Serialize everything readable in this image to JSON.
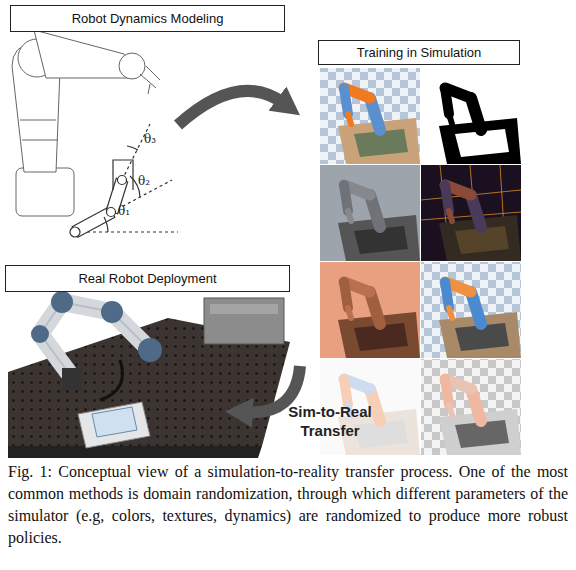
{
  "diagram": {
    "caption": "Fig. 1: Conceptual view of a simulation-to-reality transfer process. One of the most common methods is domain randomization, through which different parameters of the simulator (e.g, colors, textures, dynamics) are randomized to produce more robust policies.",
    "nodes": [
      {
        "text": [
          "Robot Dynamics Modeling"
        ]
      },
      {
        "text": [
          "Training in Simulation"
        ]
      },
      {
        "text": [
          "Real Robot Deployment"
        ]
      }
    ],
    "edges": [
      {
        "from": 0,
        "to": 1,
        "arrow": "to"
      },
      {
        "from": 1,
        "to": 2,
        "arrow": "to",
        "label": "Sim-to-Real Transfer"
      }
    ],
    "labels": [
      "θ₃",
      "θ₂",
      "θ₁"
    ]
  }
}
